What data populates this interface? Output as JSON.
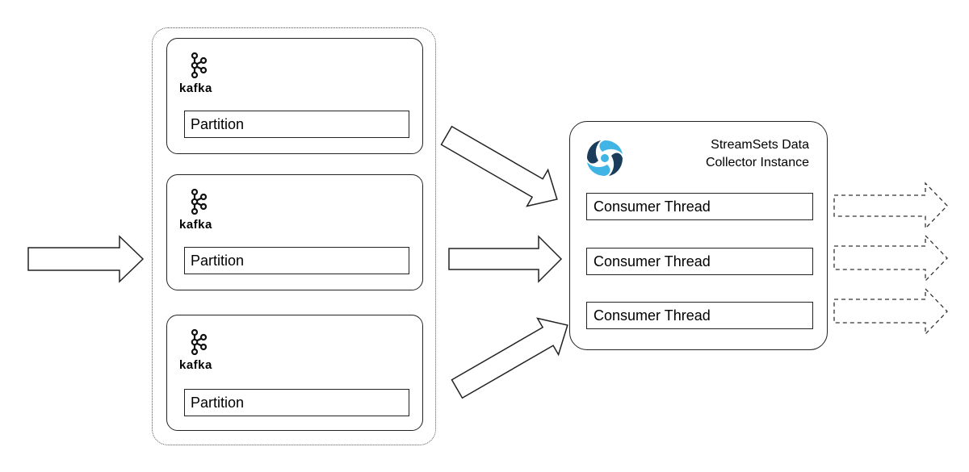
{
  "brokers": [
    {
      "logo_text": "kafka",
      "partition_label": "Partition"
    },
    {
      "logo_text": "kafka",
      "partition_label": "Partition"
    },
    {
      "logo_text": "kafka",
      "partition_label": "Partition"
    }
  ],
  "sdc": {
    "title_line1": "StreamSets Data",
    "title_line2": "Collector Instance",
    "threads": [
      "Consumer Thread",
      "Consumer Thread",
      "Consumer Thread"
    ]
  },
  "colors": {
    "stroke": "#222222",
    "logo_light": "#3fb4e5",
    "logo_dark": "#1b3d5c"
  }
}
